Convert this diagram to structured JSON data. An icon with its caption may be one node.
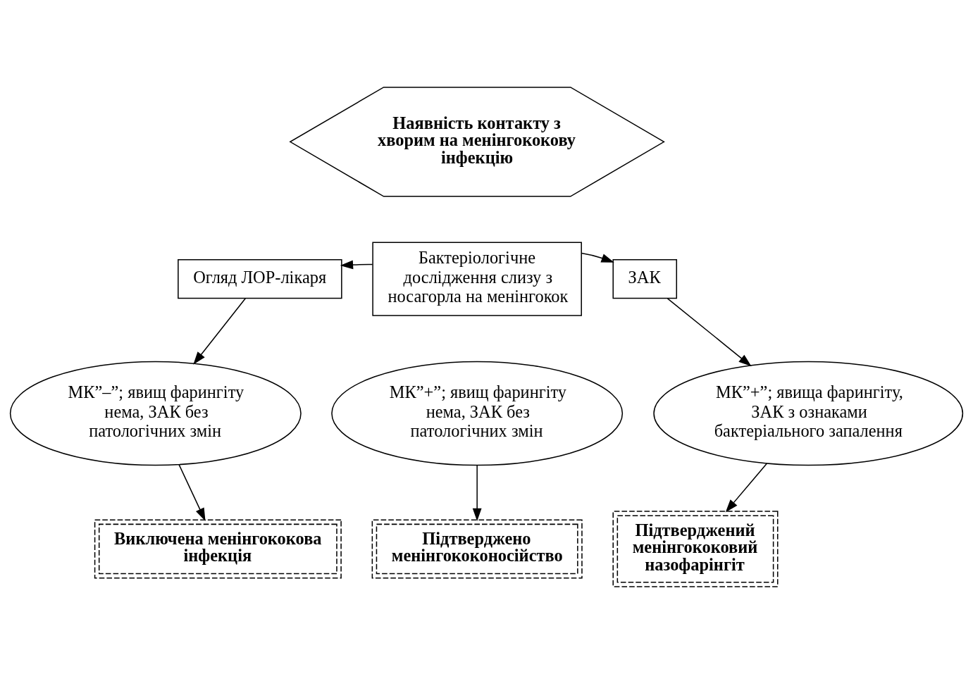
{
  "diagram": {
    "nodes": [
      {
        "text": [
          "Наявність контакту з хворим на менінгококову інфекцію"
        ]
      },
      {
        "text": [
          "Огляд ЛОР-лікаря"
        ]
      },
      {
        "text": [
          "Бактеріологічне дослідження слизу з носагорла на менінгокок"
        ]
      },
      {
        "text": [
          "ЗАК"
        ]
      },
      {
        "text": [
          "МК”–”; явищ фарингіту нема, ЗАК без патологічних змін"
        ]
      },
      {
        "text": [
          "МК”+”; явищ фарингіту нема, ЗАК без патологічних змін"
        ]
      },
      {
        "text": [
          "МК”+”; явища фарингіту, ЗАК з ознаками бактеріального запалення"
        ]
      },
      {
        "text": [
          "Виключена менінгококова інфекція"
        ]
      },
      {
        "text": [
          "Підтверджено менінгококоносійство"
        ]
      },
      {
        "text": [
          "Підтверджений менінгококовий назофарінгіт"
        ]
      }
    ],
    "edges": [
      {
        "from": 2,
        "to": 1,
        "arrow": "to"
      },
      {
        "from": 2,
        "to": 3,
        "arrow": "to"
      },
      {
        "from": 1,
        "to": 4,
        "arrow": "to"
      },
      {
        "from": 3,
        "to": 6,
        "arrow": "to"
      },
      {
        "from": 4,
        "to": 7,
        "arrow": "to"
      },
      {
        "from": 5,
        "to": 8,
        "arrow": "to"
      },
      {
        "from": 6,
        "to": 9,
        "arrow": "to"
      }
    ]
  }
}
